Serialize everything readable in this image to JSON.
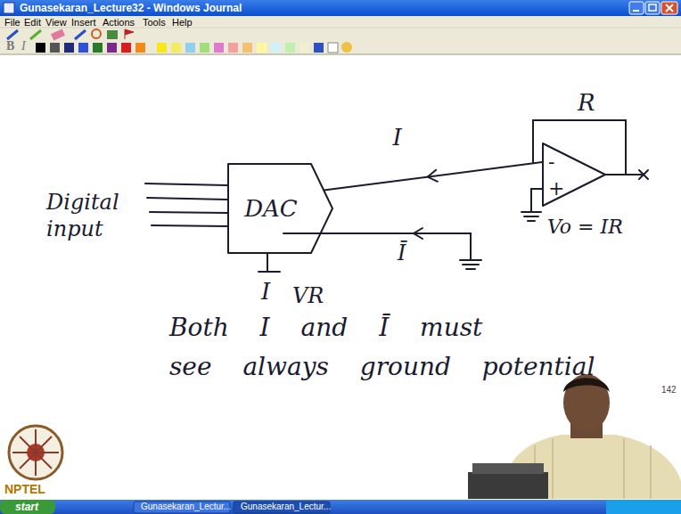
{
  "diagram": {
    "nodes": [
      {
        "text": [
          "DAC"
        ]
      },
      {
        "text": [
          "-",
          "+"
        ]
      }
    ],
    "edges": [
      {
        "from": 1,
        "to": 0,
        "arrow": "to",
        "label": "I"
      }
    ],
    "labels": [
      "Gunasekaran_Lecture32 - Windows Journal",
      "File",
      "Edit",
      "View",
      "Insert",
      "Actions",
      "Tools",
      "Help",
      "B",
      "I",
      "Digital input",
      "R",
      "Vo = IR",
      "Ī",
      "I",
      "VR",
      "Both I and Ī must see always ground potential",
      "142",
      "NPTEL",
      "start",
      "Gunasekaran_Lectur...",
      "Gunasekaran_Lectur..."
    ]
  }
}
